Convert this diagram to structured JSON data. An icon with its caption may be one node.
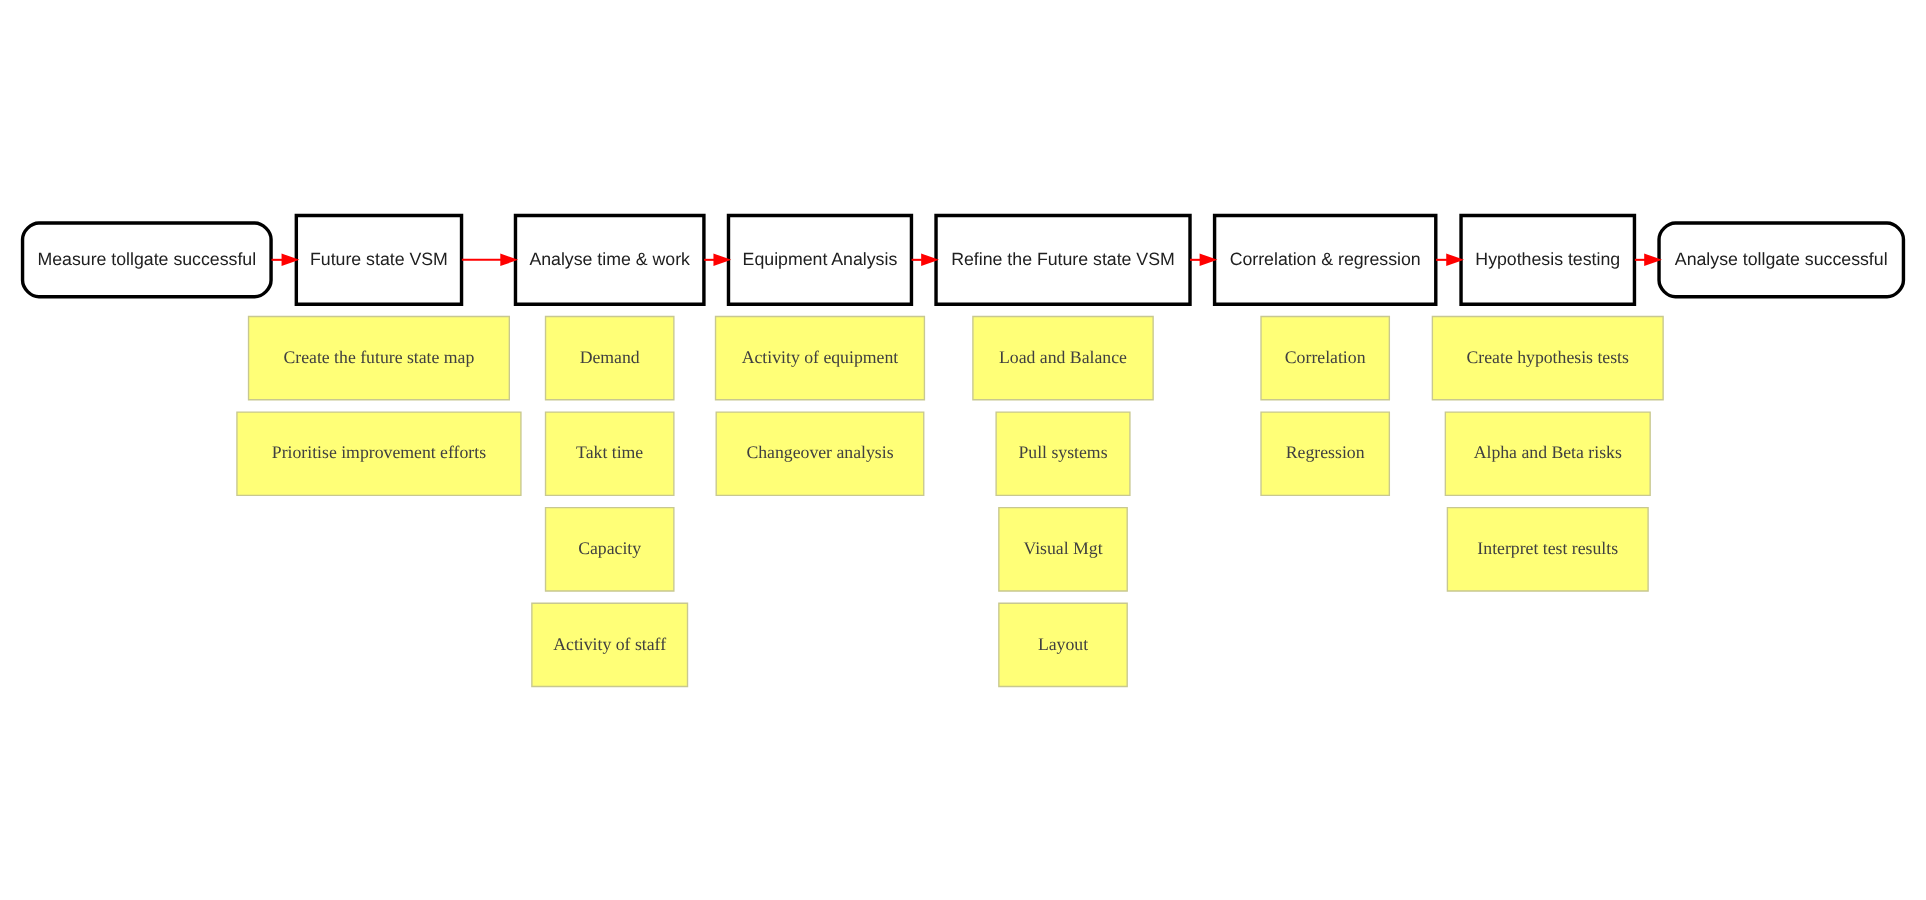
{
  "diagram": {
    "nodes": [
      {
        "text": [
          "Measure tollgate successful"
        ]
      },
      {
        "text": [
          "Future state VSM"
        ]
      },
      {
        "text": [
          "Analyse time & work"
        ]
      },
      {
        "text": [
          "Equipment Analysis"
        ]
      },
      {
        "text": [
          "Refine the Future state VSM"
        ]
      },
      {
        "text": [
          "Correlation & regression"
        ]
      },
      {
        "text": [
          "Hypothesis testing"
        ]
      },
      {
        "text": [
          "Analyse tollgate successful"
        ]
      },
      {
        "text": [
          "Create the future state map"
        ]
      },
      {
        "text": [
          "Prioritise improvement efforts"
        ]
      },
      {
        "text": [
          "Demand"
        ]
      },
      {
        "text": [
          "Takt time"
        ]
      },
      {
        "text": [
          "Capacity"
        ]
      },
      {
        "text": [
          "Activity of staff"
        ]
      },
      {
        "text": [
          "Activity of equipment"
        ]
      },
      {
        "text": [
          "Changeover analysis"
        ]
      },
      {
        "text": [
          "Load and Balance"
        ]
      },
      {
        "text": [
          "Pull systems"
        ]
      },
      {
        "text": [
          "Visual Mgt"
        ]
      },
      {
        "text": [
          "Layout"
        ]
      },
      {
        "text": [
          "Correlation"
        ]
      },
      {
        "text": [
          "Regression"
        ]
      },
      {
        "text": [
          "Create hypothesis tests"
        ]
      },
      {
        "text": [
          "Alpha and Beta risks"
        ]
      },
      {
        "text": [
          "Interpret test results"
        ]
      }
    ],
    "edges": [
      {
        "from": 0,
        "to": 1,
        "arrow": "to"
      },
      {
        "from": 1,
        "to": 2,
        "arrow": "to"
      },
      {
        "from": 2,
        "to": 3,
        "arrow": "to"
      },
      {
        "from": 3,
        "to": 4,
        "arrow": "to"
      },
      {
        "from": 4,
        "to": 5,
        "arrow": "to"
      },
      {
        "from": 5,
        "to": 6,
        "arrow": "to"
      },
      {
        "from": 6,
        "to": 7,
        "arrow": "to"
      }
    ]
  }
}
